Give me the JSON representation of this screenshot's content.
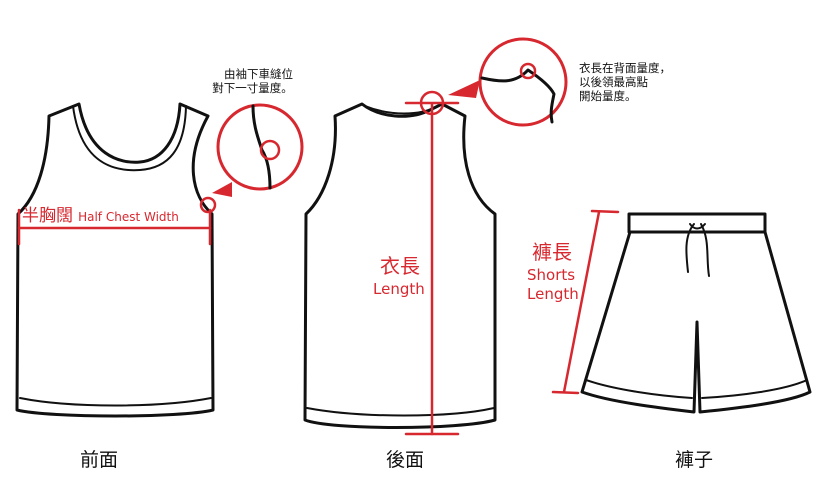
{
  "colors": {
    "measure": "#d7282f",
    "outline": "#111111",
    "background": "#ffffff"
  },
  "front": {
    "chest_zh": "半胸闊",
    "chest_en": "Half Chest Width",
    "armhole_note_line1": "由袖下車縫位",
    "armhole_note_line2": "對下一寸量度。",
    "caption": "前面"
  },
  "back": {
    "length_zh": "衣長",
    "length_en": "Length",
    "collar_note_line1": "衣長在背面量度，",
    "collar_note_line2": "以後領最高點",
    "collar_note_line3": "開始量度。",
    "caption": "後面"
  },
  "shorts": {
    "length_zh": "褲長",
    "length_en_line1": "Shorts",
    "length_en_line2": "Length",
    "caption": "褲子"
  }
}
